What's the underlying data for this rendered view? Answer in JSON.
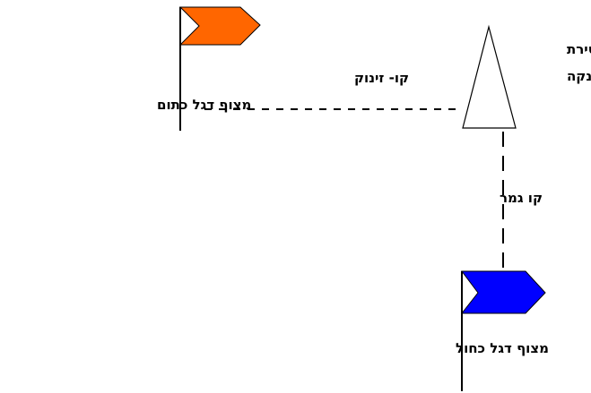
{
  "labels": {
    "orange_buoy": "מצוף דגל כתום",
    "start_line": "קו- זינוק",
    "start_boat_line1": "סירת",
    "start_boat_line2": "הזנקה",
    "finish_line": "קו גמר",
    "blue_buoy": "מצוף דגל כחול"
  },
  "colors": {
    "orange_flag": "#ff6600",
    "blue_flag": "#0000ff",
    "line": "#000000",
    "boat_fill": "#ffffff"
  }
}
